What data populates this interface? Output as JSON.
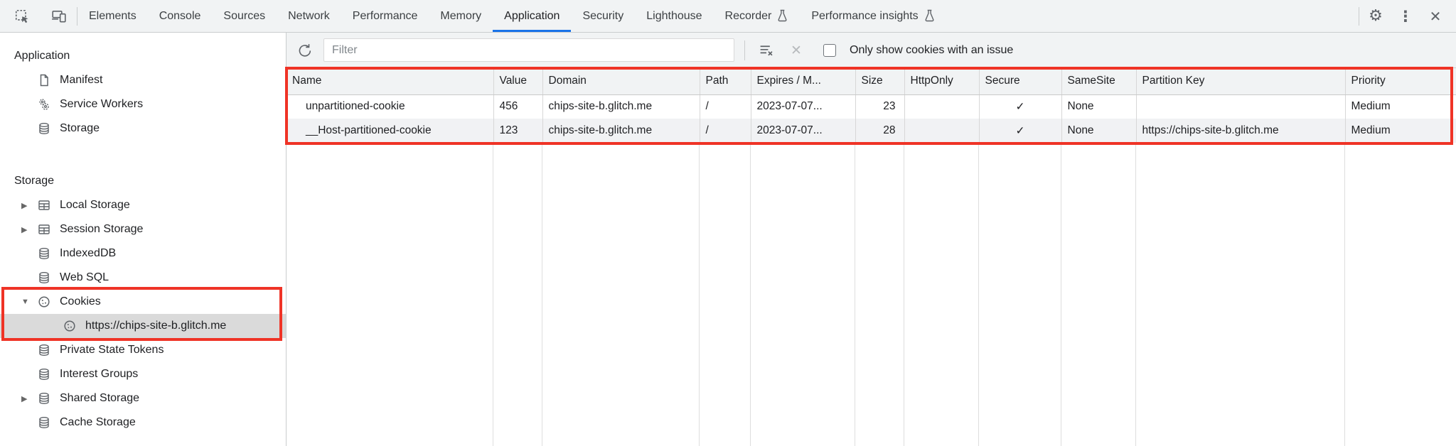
{
  "tabbar": {
    "tabs": [
      {
        "label": "Elements"
      },
      {
        "label": "Console"
      },
      {
        "label": "Sources"
      },
      {
        "label": "Network"
      },
      {
        "label": "Performance"
      },
      {
        "label": "Memory"
      },
      {
        "label": "Application",
        "active": true
      },
      {
        "label": "Security"
      },
      {
        "label": "Lighthouse"
      },
      {
        "label": "Recorder",
        "flask": true
      },
      {
        "label": "Performance insights",
        "flask": true
      }
    ],
    "left_icons": [
      "inspect-element-icon",
      "device-toolbar-icon"
    ],
    "right_icons": [
      "settings-gear-icon",
      "more-kebab-icon",
      "close-icon"
    ]
  },
  "sidebar": {
    "sections": [
      {
        "title": "Application",
        "items": [
          {
            "label": "Manifest",
            "icon": "document-icon"
          },
          {
            "label": "Service Workers",
            "icon": "service-worker-gears-icon"
          },
          {
            "label": "Storage",
            "icon": "database-icon"
          }
        ]
      },
      {
        "title": "Storage",
        "items": [
          {
            "label": "Local Storage",
            "icon": "table-icon",
            "expander": "collapsed"
          },
          {
            "label": "Session Storage",
            "icon": "table-icon",
            "expander": "collapsed"
          },
          {
            "label": "IndexedDB",
            "icon": "database-icon"
          },
          {
            "label": "Web SQL",
            "icon": "database-icon"
          },
          {
            "label": "Cookies",
            "icon": "cookie-icon",
            "expander": "expanded",
            "highlighted": true
          },
          {
            "label": "https://chips-site-b.glitch.me",
            "icon": "cookie-icon",
            "child": true,
            "selected": true,
            "highlighted": true
          },
          {
            "label": "Private State Tokens",
            "icon": "database-icon"
          },
          {
            "label": "Interest Groups",
            "icon": "database-icon"
          },
          {
            "label": "Shared Storage",
            "icon": "database-icon",
            "expander": "collapsed"
          },
          {
            "label": "Cache Storage",
            "icon": "database-icon"
          }
        ]
      }
    ]
  },
  "toolbar": {
    "filter_placeholder": "Filter",
    "filter_value": "",
    "only_issue_label": "Only show cookies with an issue",
    "checkbox_checked": false,
    "icons": [
      "refresh-icon",
      "clear-list-icon",
      "delete-icon"
    ]
  },
  "cookie_table": {
    "columns": [
      "Name",
      "Value",
      "Domain",
      "Path",
      "Expires / M...",
      "Size",
      "HttpOnly",
      "Secure",
      "SameSite",
      "Partition Key",
      "Priority"
    ],
    "rows": [
      [
        "unpartitioned-cookie",
        "456",
        "chips-site-b.glitch.me",
        "/",
        "2023-07-07...",
        "23",
        "",
        "✓",
        "None",
        "",
        "Medium"
      ],
      [
        "__Host-partitioned-cookie",
        "123",
        "chips-site-b.glitch.me",
        "/",
        "2023-07-07...",
        "28",
        "",
        "✓",
        "None",
        "https://chips-site-b.glitch.me",
        "Medium"
      ]
    ]
  },
  "colors": {
    "accent_blue": "#1a73e8",
    "highlight_red": "#ef3326",
    "toolbar_bg": "#f1f3f4",
    "selected_item_bg": "#dadada",
    "icon_gray": "#5f6368"
  }
}
